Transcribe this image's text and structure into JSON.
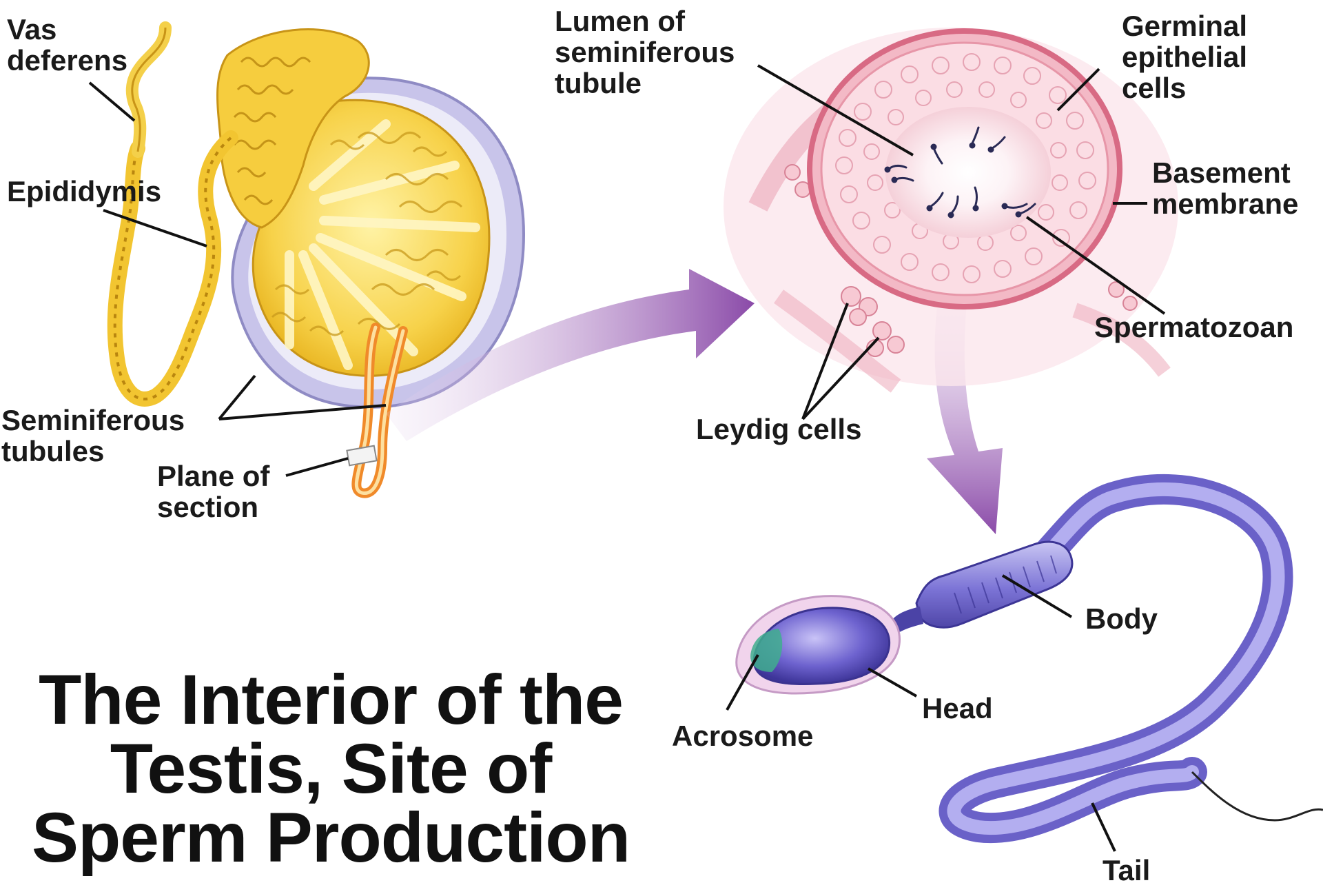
{
  "labels": {
    "vas_deferens": "Vas\ndeferens",
    "epididymis": "Epididymis",
    "seminiferous_tubules": "Seminiferous\ntubules",
    "plane_of_section": "Plane of\nsection",
    "lumen": "Lumen of\nseminiferous\ntubule",
    "germinal_epithelial": "Germinal\nepithelial\ncells",
    "basement_membrane": "Basement\nmembrane",
    "spermatozoan": "Spermatozoan",
    "leydig_cells": "Leydig cells",
    "body": "Body",
    "head": "Head",
    "acrosome": "Acrosome",
    "tail": "Tail"
  },
  "title": "The Interior of the\nTestis, Site of\nSperm Production",
  "colors": {
    "testis_yellow": "#f2c531",
    "capsule_lavender": "#b7b3e0",
    "tubule_pink": "#e88a9c",
    "sperm_purple": "#7f78d8",
    "arrow_purple": "#8e55ad",
    "acrosome_green": "#3fae8e"
  }
}
